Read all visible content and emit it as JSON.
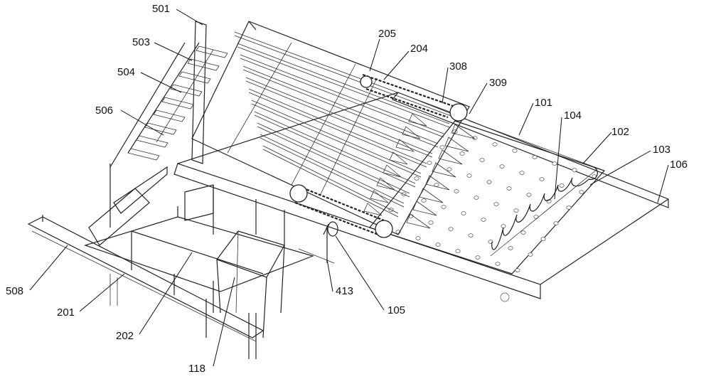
{
  "labels": {
    "l501": "501",
    "l503": "503",
    "l504": "504",
    "l506": "506",
    "l205": "205",
    "l204": "204",
    "l308": "308",
    "l309": "309",
    "l101": "101",
    "l104": "104",
    "l102": "102",
    "l103": "103",
    "l106": "106",
    "l508": "508",
    "l201": "201",
    "l202": "202",
    "l118": "118",
    "l413": "413",
    "l105": "105"
  },
  "colors": {
    "stroke": "#222222",
    "background": "#ffffff"
  }
}
